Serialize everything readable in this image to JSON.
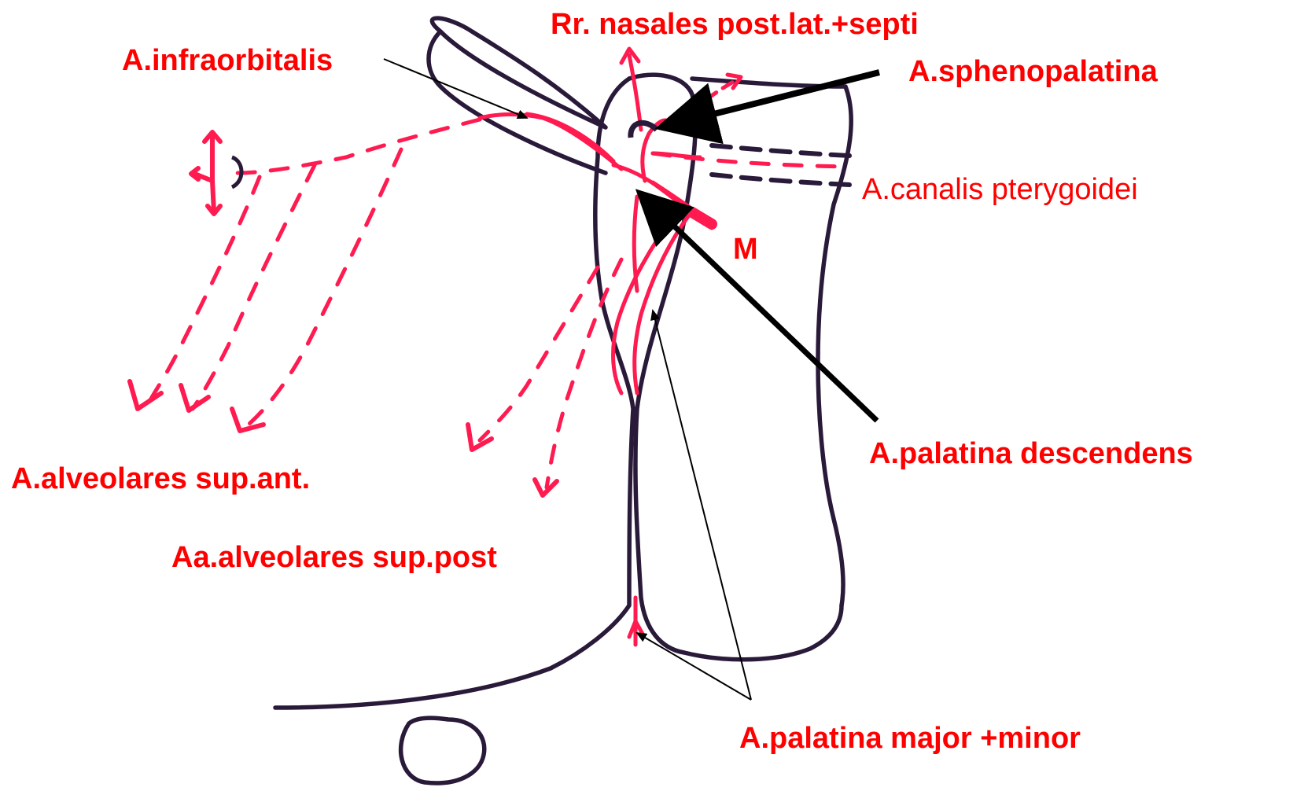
{
  "colors": {
    "label": "#ff0000",
    "vessel": "#ff1a50",
    "outline": "#2a1a3a",
    "pointer": "#000000"
  },
  "labels": {
    "nasales": "Rr. nasales post.lat.+septi",
    "infraorbitalis": "A.infraorbitalis",
    "sphenopalatina": "A.sphenopalatina",
    "canalis_pterygoidei": "A.canalis pterygoidei",
    "m": "M",
    "palatina_descendens": "A.palatina descendens",
    "alveolares_ant": "A.alveolares sup.ant.",
    "alveolares_post": "Aa.alveolares sup.post",
    "palatina_major_minor": "A.palatina major +minor"
  }
}
